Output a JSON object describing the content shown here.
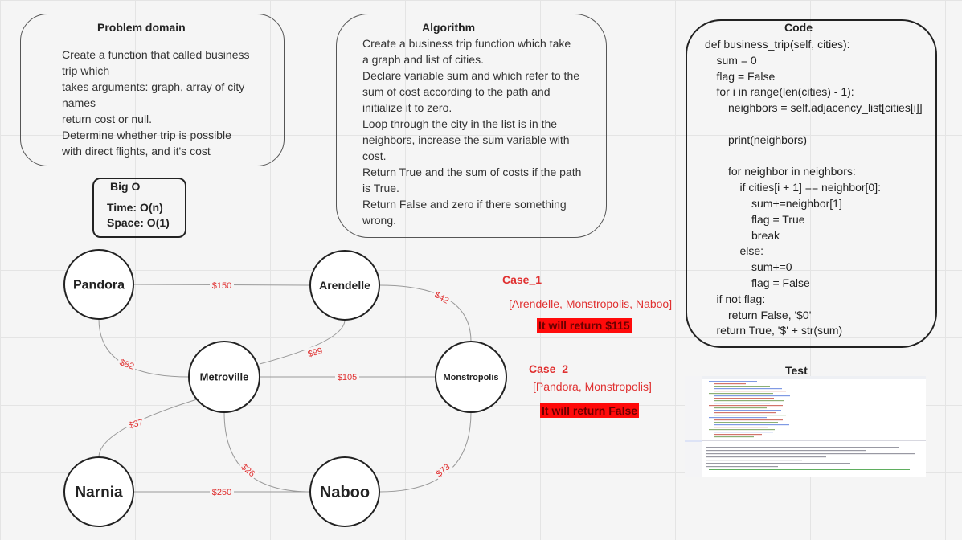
{
  "problem_domain": {
    "title": "Problem domain",
    "lines": [
      "Create a function that called business",
      "trip which",
      "takes arguments: graph, array of city",
      "names",
      "return cost or null.",
      "Determine whether trip is possible",
      "with direct flights, and it's cost"
    ]
  },
  "algorithm": {
    "title": "Algorithm",
    "lines": [
      "Create a business trip function which take",
      "a graph and list of cities.",
      "Declare variable sum and which refer to the",
      "sum of cost according to the path and",
      "initialize it to zero.",
      "Loop through the city in the list is in the",
      "neighbors, increase the sum variable with",
      "cost.",
      "Return True and the sum of costs if the path",
      "is True.",
      "Return False and zero if there something",
      "wrong."
    ]
  },
  "big_o": {
    "title": "Big O",
    "time": "Time: O(n)",
    "space": "Space: O(1)"
  },
  "code": {
    "title": "Code",
    "lines": [
      {
        "indent": 0,
        "text": "def business_trip(self, cities):"
      },
      {
        "indent": 1,
        "text": "sum = 0"
      },
      {
        "indent": 1,
        "text": "flag = False"
      },
      {
        "indent": 1,
        "text": "for i in range(len(cities) - 1):"
      },
      {
        "indent": 2,
        "text": "neighbors = self.adjacency_list[cities[i]]"
      },
      {
        "indent": 0,
        "text": ""
      },
      {
        "indent": 2,
        "text": "print(neighbors)"
      },
      {
        "indent": 0,
        "text": ""
      },
      {
        "indent": 2,
        "text": "for neighbor in neighbors:"
      },
      {
        "indent": 3,
        "text": "if cities[i + 1] == neighbor[0]:"
      },
      {
        "indent": 4,
        "text": "sum+=neighbor[1]"
      },
      {
        "indent": 4,
        "text": "flag = True"
      },
      {
        "indent": 4,
        "text": "break"
      },
      {
        "indent": 3,
        "text": "else:"
      },
      {
        "indent": 4,
        "text": "sum+=0"
      },
      {
        "indent": 4,
        "text": "flag = False"
      },
      {
        "indent": 1,
        "text": "if not flag:"
      },
      {
        "indent": 2,
        "text": "return False, '$0'"
      },
      {
        "indent": 1,
        "text": "return True, '$' + str(sum)"
      }
    ]
  },
  "cases": [
    {
      "title": "Case_1",
      "input": "[Arendelle, Monstropolis, Naboo]",
      "result": "It will return $115"
    },
    {
      "title": "Case_2",
      "input": "[Pandora, Monstropolis]",
      "result": "It will return False"
    }
  ],
  "test": {
    "title": "Test"
  },
  "graph": {
    "nodes": [
      {
        "id": "pandora",
        "label": "Pandora"
      },
      {
        "id": "arendelle",
        "label": "Arendelle"
      },
      {
        "id": "metroville",
        "label": "Metroville"
      },
      {
        "id": "monstropolis",
        "label": "Monstropolis"
      },
      {
        "id": "narnia",
        "label": "Narnia"
      },
      {
        "id": "naboo",
        "label": "Naboo"
      }
    ],
    "edges": [
      {
        "from": "pandora",
        "to": "arendelle",
        "weight": "$150"
      },
      {
        "from": "arendelle",
        "to": "monstropolis",
        "weight": "$42"
      },
      {
        "from": "pandora",
        "to": "metroville",
        "weight": "$82"
      },
      {
        "from": "metroville",
        "to": "arendelle",
        "weight": "$99"
      },
      {
        "from": "metroville",
        "to": "monstropolis",
        "weight": "$105"
      },
      {
        "from": "metroville",
        "to": "narnia",
        "weight": "$37"
      },
      {
        "from": "metroville",
        "to": "naboo",
        "weight": "$26"
      },
      {
        "from": "naboo",
        "to": "monstropolis",
        "weight": "$73"
      },
      {
        "from": "narnia",
        "to": "naboo",
        "weight": "$250"
      }
    ],
    "colors": {
      "edge": "#999999",
      "weight": "#e03131",
      "node_stroke": "#222222"
    }
  }
}
